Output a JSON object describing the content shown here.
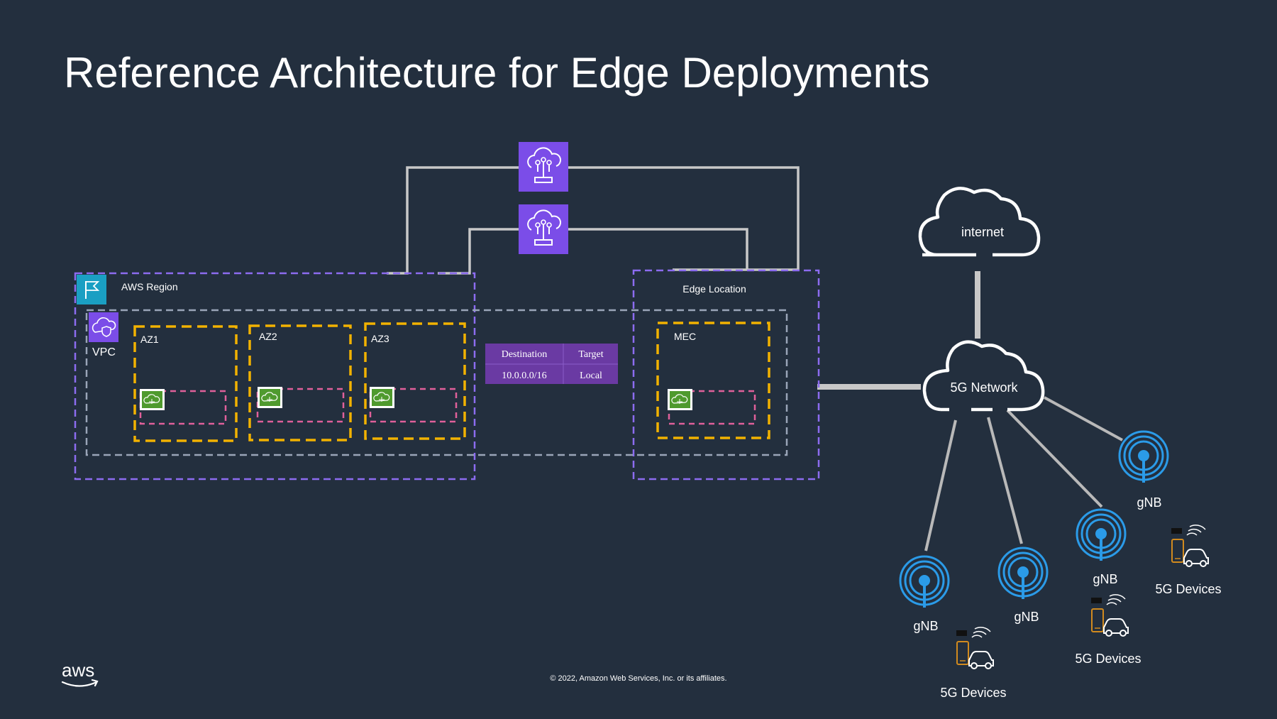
{
  "slide": {
    "title": "Reference Architecture for Edge Deployments",
    "copyright": "© 2022, Amazon Web Services, Inc. or its affiliates.",
    "logo_text": "aws"
  },
  "region": {
    "label": "AWS Region",
    "icon": "flag-icon"
  },
  "vpc": {
    "label": "VPC",
    "icon": "vpc-shield-cloud-icon"
  },
  "azs": [
    {
      "label": "AZ1"
    },
    {
      "label": "AZ2"
    },
    {
      "label": "AZ3"
    }
  ],
  "edge": {
    "label": "Edge Location",
    "mec_label": "MEC"
  },
  "route_table": {
    "headers": [
      "Destination",
      "Target"
    ],
    "rows": [
      [
        "10.0.0.0/16",
        "Local"
      ]
    ]
  },
  "transit_icons": [
    "transit-gateway-icon",
    "transit-gateway-icon"
  ],
  "internet": {
    "label": "internet"
  },
  "network5g": {
    "label": "5G Network"
  },
  "gnbs": [
    {
      "label": "gNB"
    },
    {
      "label": "gNB"
    },
    {
      "label": "gNB"
    },
    {
      "label": "gNB"
    }
  ],
  "device_groups": [
    {
      "label": "5G Devices"
    },
    {
      "label": "5G Devices"
    },
    {
      "label": "5G Devices"
    }
  ],
  "colors": {
    "background": "#232f3e",
    "region_border": "#8c6cf0",
    "vpc_border": "#9aa5b8",
    "az_border": "#f2b200",
    "subnet_border": "#e0609a",
    "purple_icon": "#7b4de8",
    "region_flag": "#1a9fc3",
    "gnb_blue": "#2b9be8",
    "device_orange": "#d18a1e",
    "table_purple": "#6a3aa3"
  }
}
